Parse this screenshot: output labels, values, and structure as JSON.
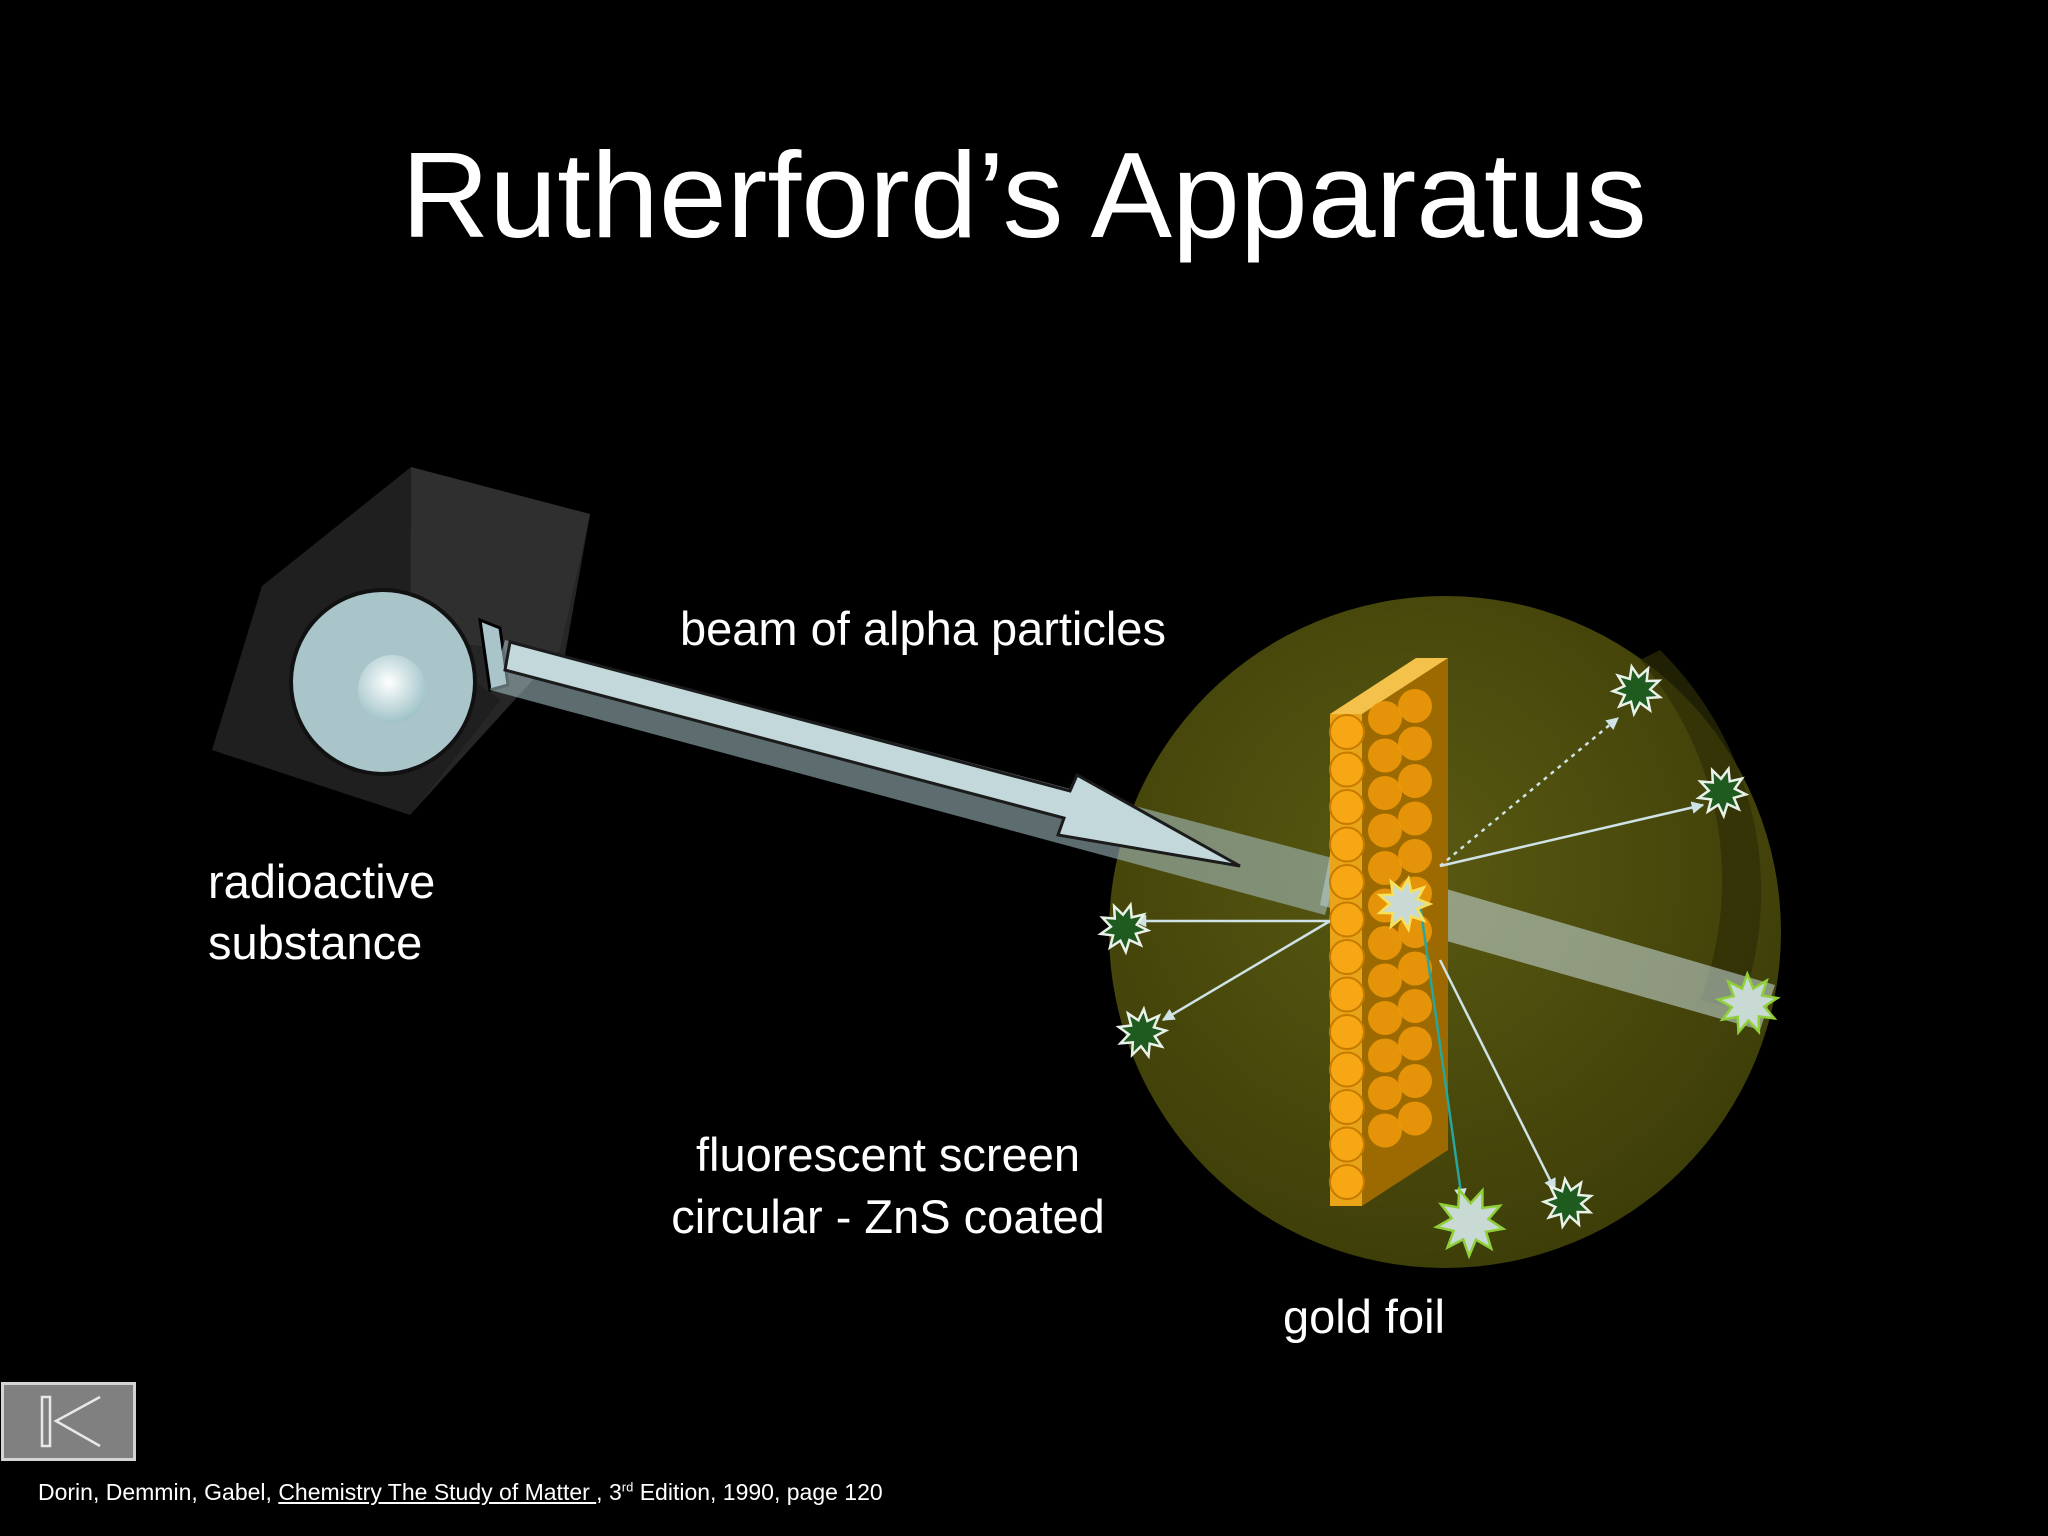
{
  "slide": {
    "title": "Rutherford’s Apparatus"
  },
  "labels": {
    "beam": "beam of alpha particles",
    "source_line1": "radioactive",
    "source_line2": "substance",
    "screen_line1": "fluorescent screen",
    "screen_line2": "circular - ZnS coated",
    "foil": "gold foil"
  },
  "navigation": {
    "back_icon": "skip-back-icon"
  },
  "citation": {
    "authors": "Dorin, Demmin, Gabel, ",
    "book": "Chemistry The Study of Matter ",
    "sep": " , 3",
    "edition_sup": "rd",
    "rest": " Edition, 1990, page 120"
  },
  "colors": {
    "background": "#000000",
    "text": "#ffffff",
    "beam": "#b9d3d7",
    "gold": "#f3a21c",
    "screen": "#4b4b0c",
    "flash": "#1f5a1f"
  }
}
